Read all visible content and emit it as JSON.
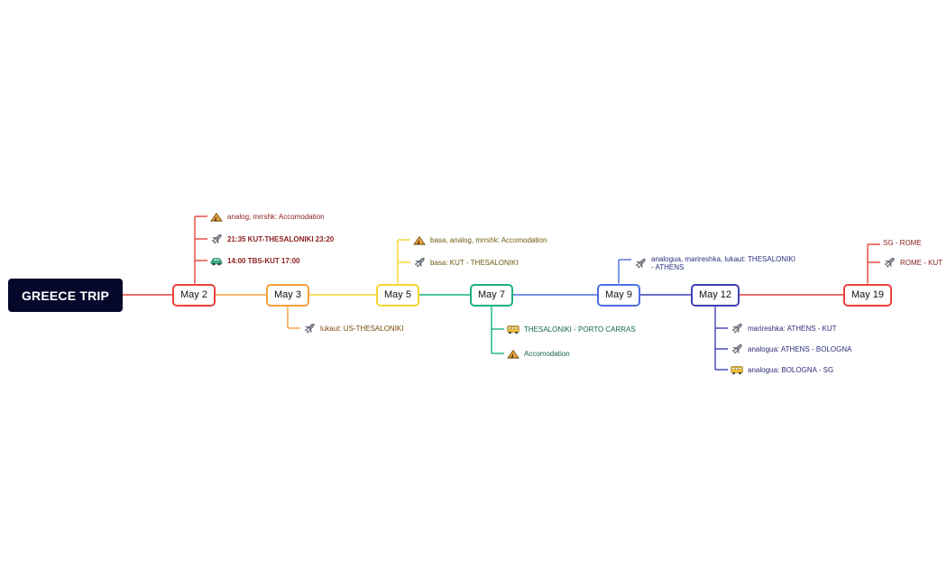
{
  "root": {
    "label": "GREECE TRIP"
  },
  "colors": {
    "red": "#e8413c",
    "orange": "#f5a13d",
    "yellow": "#f4d52c",
    "green": "#19b37c",
    "blue": "#4c6fe0",
    "indigo": "#3f3fb5",
    "text_red": "#8b1d1d",
    "text_orange": "#7a4a10",
    "text_yellow": "#6b5a0c",
    "text_green": "#12654a",
    "text_blue": "#27307a",
    "text_indigo": "#2d2d7a"
  },
  "dates": [
    {
      "id": "may2",
      "label": "May 2",
      "color": "red",
      "children": [
        {
          "text": "analog, mrrshk: Accomodation",
          "icon": "camping-tent-icon",
          "dir": "up"
        },
        {
          "text": "21:35 KUT-THESALONIKI 23:20",
          "icon": "airplane-icon",
          "dir": "up",
          "bold": true
        },
        {
          "text": "14:00 TBS-KUT 17:00",
          "icon": "car-icon",
          "dir": "up",
          "bold": true
        }
      ]
    },
    {
      "id": "may3",
      "label": "May 3",
      "color": "orange",
      "children": [
        {
          "text": "lukaut: US-THESALONIKI",
          "icon": "airplane-icon",
          "dir": "down"
        }
      ]
    },
    {
      "id": "may5",
      "label": "May 5",
      "color": "yellow",
      "children": [
        {
          "text": "basa, analog, mrrshk: Accomodation",
          "icon": "camping-tent-icon",
          "dir": "up"
        },
        {
          "text": "basa: KUT - THESALONIKI",
          "icon": "airplane-icon",
          "dir": "up"
        }
      ]
    },
    {
      "id": "may7",
      "label": "May 7",
      "color": "green",
      "children": [
        {
          "text": "THESALONIKI - PORTO CARRAS",
          "icon": "bus-icon",
          "dir": "down"
        },
        {
          "text": "Accomodation",
          "icon": "camping-tent-icon",
          "dir": "down"
        }
      ]
    },
    {
      "id": "may9",
      "label": "May 9",
      "color": "blue",
      "children": [
        {
          "text": "analogua, marireshka, lukaut: THESALONIKI - ATHENS",
          "icon": "airplane-icon",
          "dir": "up",
          "wrap": true
        }
      ]
    },
    {
      "id": "may12",
      "label": "May 12",
      "color": "indigo",
      "children": [
        {
          "text": "marireshka: ATHENS - KUT",
          "icon": "airplane-icon",
          "dir": "down"
        },
        {
          "text": "analogua: ATHENS - BOLOGNA",
          "icon": "airplane-icon",
          "dir": "down"
        },
        {
          "text": "analogua: BOLOGNA - SG",
          "icon": "bus-icon",
          "dir": "down"
        }
      ]
    },
    {
      "id": "may19",
      "label": "May 19",
      "color": "red",
      "children": [
        {
          "text": "SG - ROME",
          "icon": "",
          "dir": "up"
        },
        {
          "text": "ROME - KUT",
          "icon": "airplane-icon",
          "dir": "up"
        }
      ]
    }
  ]
}
